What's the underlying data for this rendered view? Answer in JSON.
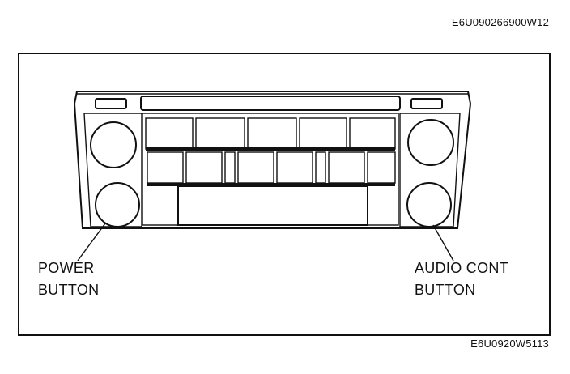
{
  "figure": {
    "top_code": "E6U090266900W12",
    "bottom_code": "E6U0920W5113"
  },
  "callouts": {
    "power_button": {
      "line1": "POWER",
      "line2": "BUTTON"
    },
    "audio_cont_button": {
      "line1": "AUDIO CONT",
      "line2": "BUTTON"
    }
  },
  "colors": {
    "ink": "#111111",
    "background": "#ffffff"
  }
}
